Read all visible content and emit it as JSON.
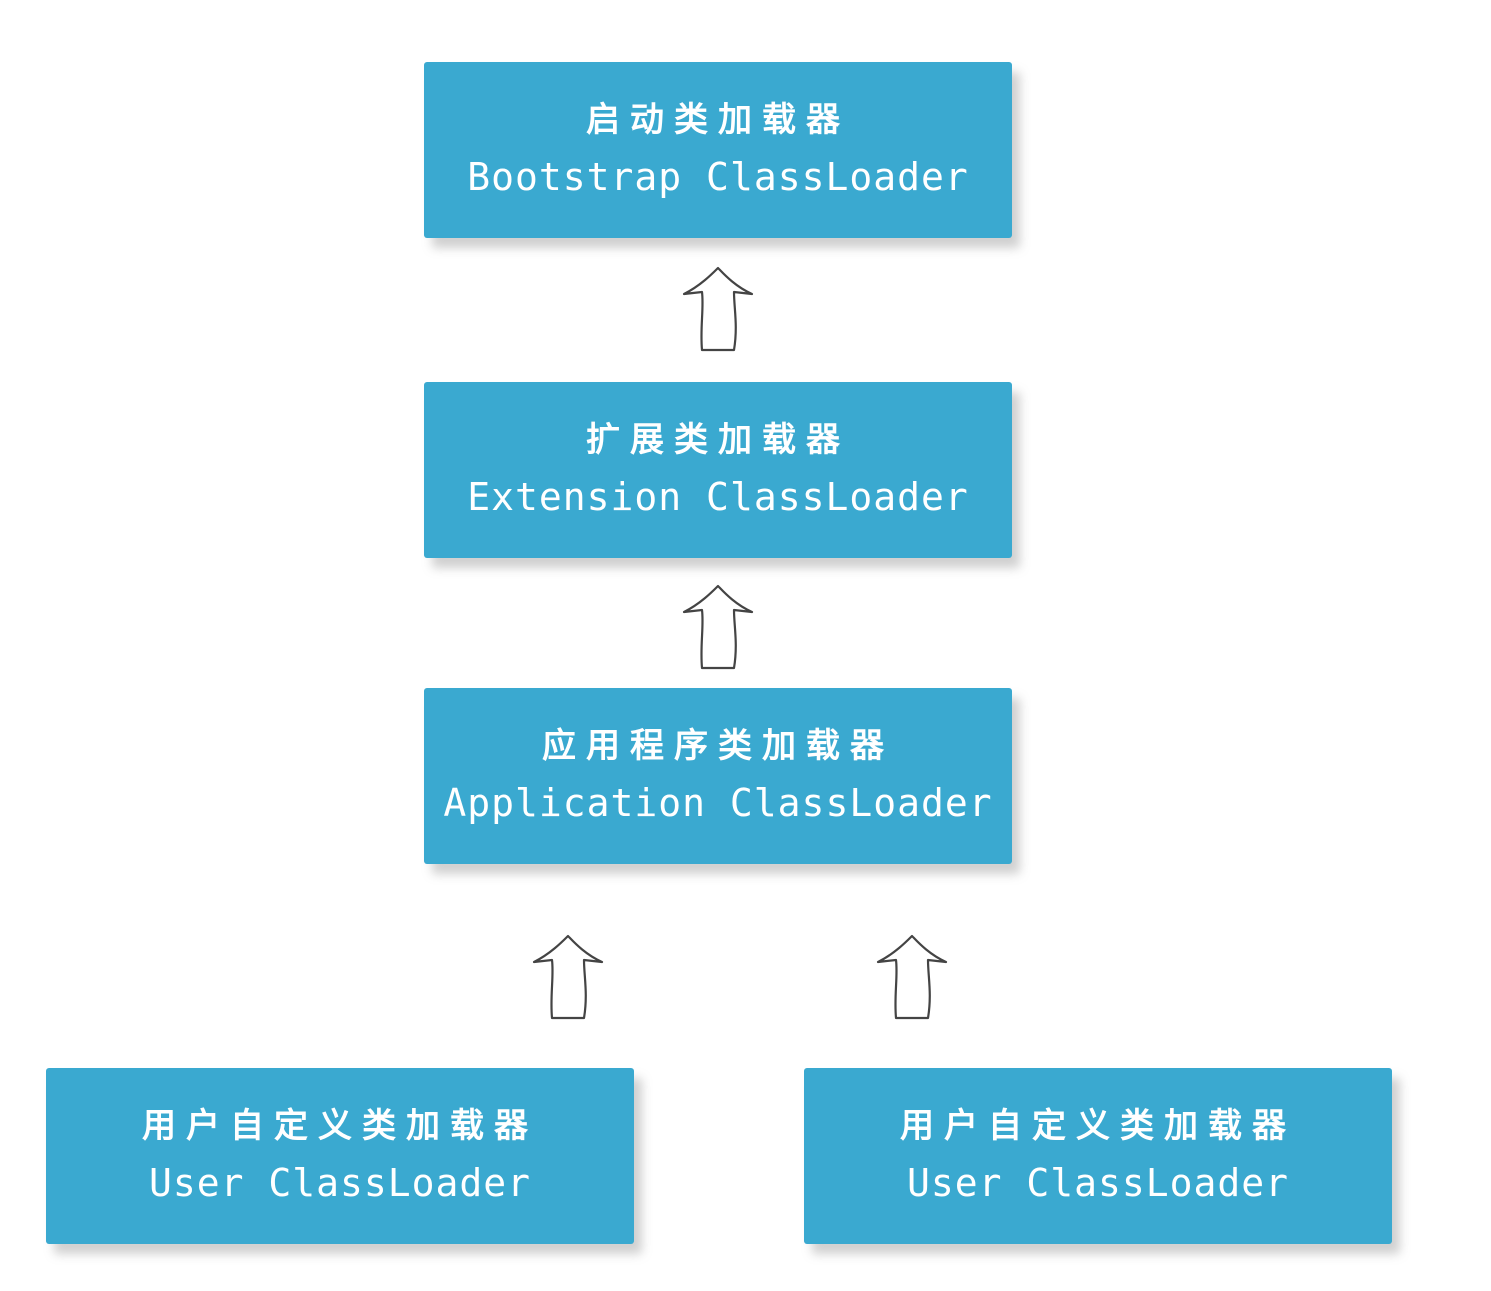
{
  "diagram": {
    "nodes": {
      "bootstrap": {
        "label_cn": "启动类加载器",
        "label_en": "Bootstrap ClassLoader"
      },
      "extension": {
        "label_cn": "扩展类加载器",
        "label_en": "Extension ClassLoader"
      },
      "application": {
        "label_cn": "应用程序类加载器",
        "label_en": "Application ClassLoader"
      },
      "user_left": {
        "label_cn": "用户自定义类加载器",
        "label_en": "User ClassLoader"
      },
      "user_right": {
        "label_cn": "用户自定义类加载器",
        "label_en": "User ClassLoader"
      }
    },
    "edges": [
      {
        "from": "extension",
        "to": "bootstrap"
      },
      {
        "from": "application",
        "to": "extension"
      },
      {
        "from": "user_left",
        "to": "application"
      },
      {
        "from": "user_right",
        "to": "application"
      }
    ],
    "colors": {
      "box_fill": "#3aa9d0",
      "text": "#ffffff",
      "arrow_stroke": "#444444"
    },
    "icons": {
      "arrow": "hollow-up-arrow-icon"
    }
  }
}
